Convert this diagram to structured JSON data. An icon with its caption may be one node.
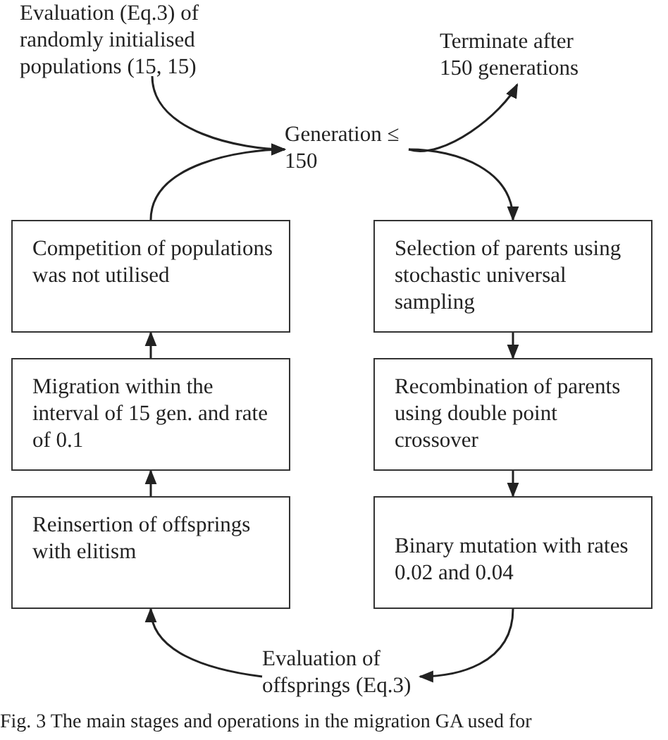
{
  "diagram": {
    "caption": "Fig. 3  The main stages and operations in the migration GA used for",
    "nodes": [
      {
        "text": [
          "Evaluation (Eq.3) of randomly initialised populations (15, 15)"
        ]
      },
      {
        "text": [
          "Generation ≤ 150"
        ]
      },
      {
        "text": [
          "Terminate after 150 generations"
        ]
      },
      {
        "text": [
          "Competition of populations was not utilised"
        ]
      },
      {
        "text": [
          "Selection of parents using stochastic universal sampling"
        ]
      },
      {
        "text": [
          "Migration within the interval of 15 gen. and rate of 0.1"
        ]
      },
      {
        "text": [
          "Recombination of parents using double point crossover"
        ]
      },
      {
        "text": [
          "Reinsertion of offsprings with elitism"
        ]
      },
      {
        "text": [
          "Binary mutation with rates 0.02 and 0.04"
        ]
      },
      {
        "text": [
          "Evaluation of offsprings (Eq.3)"
        ]
      }
    ],
    "edges": [
      {
        "from": 0,
        "to": 1,
        "arrow": "to"
      },
      {
        "from": 3,
        "to": 1,
        "arrow": "to"
      },
      {
        "from": 1,
        "to": 2,
        "arrow": "to"
      },
      {
        "from": 1,
        "to": 4,
        "arrow": "to"
      },
      {
        "from": 4,
        "to": 6,
        "arrow": "to"
      },
      {
        "from": 6,
        "to": 8,
        "arrow": "to"
      },
      {
        "from": 8,
        "to": 9,
        "arrow": "to"
      },
      {
        "from": 9,
        "to": 7,
        "arrow": "to"
      },
      {
        "from": 7,
        "to": 5,
        "arrow": "to"
      },
      {
        "from": 5,
        "to": 3,
        "arrow": "to"
      }
    ]
  }
}
